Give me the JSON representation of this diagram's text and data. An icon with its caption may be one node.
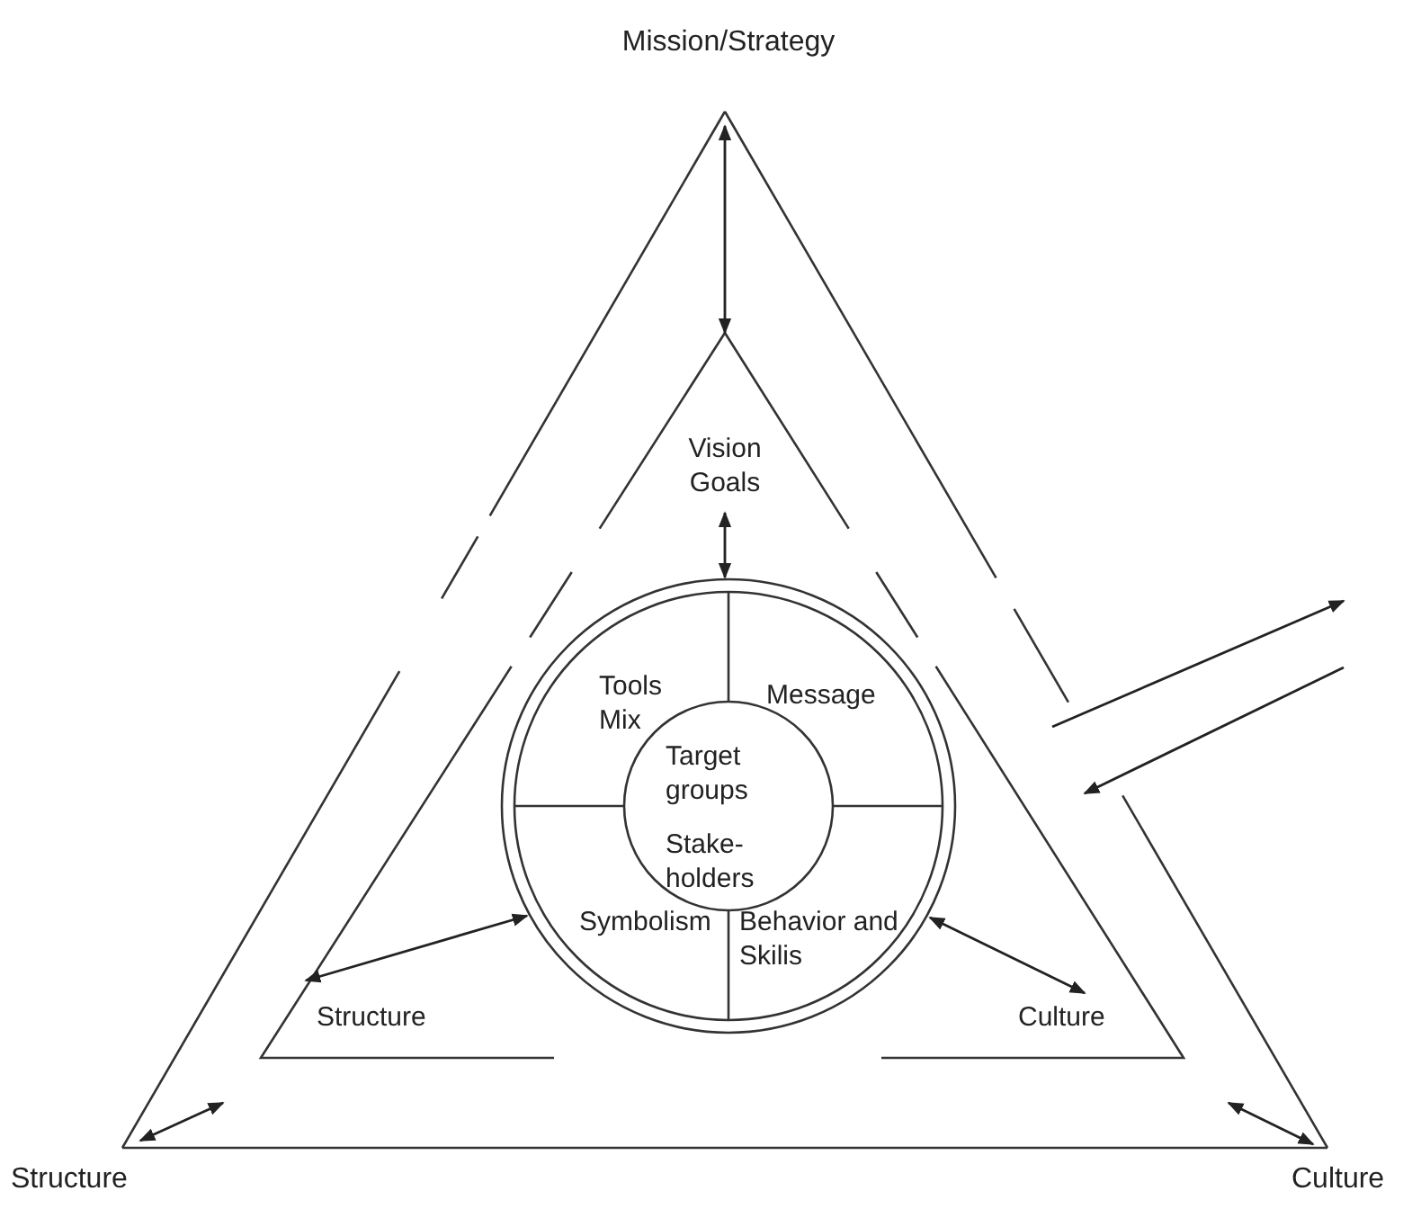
{
  "diagram": {
    "nodes": [
      {
        "text": [
          "Mission/Strategy",
          "Structure",
          "Culture"
        ]
      },
      {
        "text": [
          "Vision Goals"
        ],
        "in": 0
      },
      {
        "text": [
          "Structure"
        ],
        "in": 0
      },
      {
        "text": [
          "Culture"
        ],
        "in": 0
      },
      {
        "text": [
          "Tools Mix",
          "Message",
          "Symbolism",
          "Behavior and Skilis"
        ],
        "in": 0
      },
      {
        "text": [
          "Target groups",
          "Stake- holders"
        ],
        "in": 4
      }
    ],
    "edges": [
      {
        "from": 0,
        "to": 1,
        "arrow": "both"
      },
      {
        "from": 1,
        "to": 4,
        "arrow": "both"
      },
      {
        "from": 2,
        "to": 4,
        "arrow": "both"
      },
      {
        "from": 3,
        "to": 4,
        "arrow": "both"
      },
      {
        "from": 0,
        "to": 2,
        "arrow": "both"
      },
      {
        "from": 0,
        "to": 3,
        "arrow": "both"
      },
      {
        "from": 3,
        "to": null,
        "arrow": "to"
      },
      {
        "from": null,
        "to": 3,
        "arrow": "to"
      }
    ]
  }
}
